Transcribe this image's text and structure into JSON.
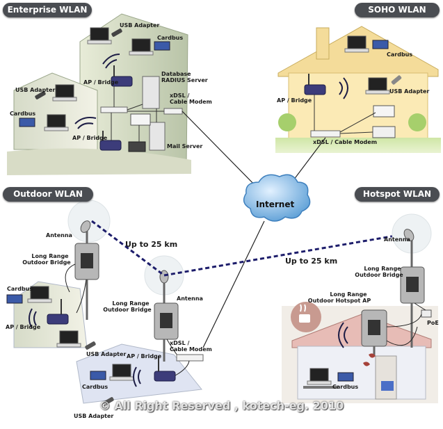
{
  "colors": {
    "badge": "#4a4d52",
    "link": "#1d1d6b",
    "cloud": "#7bb6e6"
  },
  "scenes": {
    "enterprise": {
      "title": "Enterprise WLAN",
      "labels": {
        "usb_adapter_top": "USB Adapter",
        "cardbus_top": "Cardbus",
        "ap_bridge_top": "AP / Bridge",
        "database": "Database",
        "radius": "RADIUS Server",
        "usb_adapter_left": "USB Adapter",
        "cardbus_left": "Cardbus",
        "ap_bridge_low": "AP / Bridge",
        "xdsl": "xDSL /",
        "cable_modem": "Cable Modem",
        "mail_server": "Mail Server"
      }
    },
    "soho": {
      "title": "SOHO WLAN",
      "labels": {
        "cardbus": "Cardbus",
        "usb_adapter": "USB Adapter",
        "ap_bridge": "AP / Bridge",
        "modem": "xDSL / Cable Modem"
      }
    },
    "outdoor": {
      "title": "Outdoor WLAN",
      "labels": {
        "antenna_left": "Antenna",
        "lrob_left_1": "Long Range",
        "lrob_left_2": "Outdoor Bridge",
        "cardbus_left": "Cardbus",
        "ap_bridge_left": "AP / Bridge",
        "usb_adapter_mid": "USB Adapter",
        "antenna_mid": "Antenna",
        "lrob_mid_1": "Long Range",
        "lrob_mid_2": "Outdoor Bridge",
        "xdsl": "xDSL /",
        "cable_modem": "Cable Modem",
        "ap_bridge_bottom": "AP / Bridge",
        "cardbus_bottom": "Cardbus",
        "usb_adapter_bottom": "USB Adapter"
      }
    },
    "hotspot": {
      "title": "Hotspot WLAN",
      "labels": {
        "antenna": "Antenna",
        "lrob_1": "Long Range",
        "lrob_2": "Outdoor Bridge",
        "lrhs_1": "Long Range",
        "lrhs_2": "Outdoor Hotspot AP",
        "poe": "PoE",
        "cardbus": "Cardbus"
      }
    }
  },
  "internet": {
    "label": "Internet"
  },
  "links": {
    "left_distance": "Up to 25 km",
    "right_distance": "Up to 25 km"
  },
  "footer": {
    "copyright": "© All Right Reserved , kotech-eg. 2010"
  }
}
